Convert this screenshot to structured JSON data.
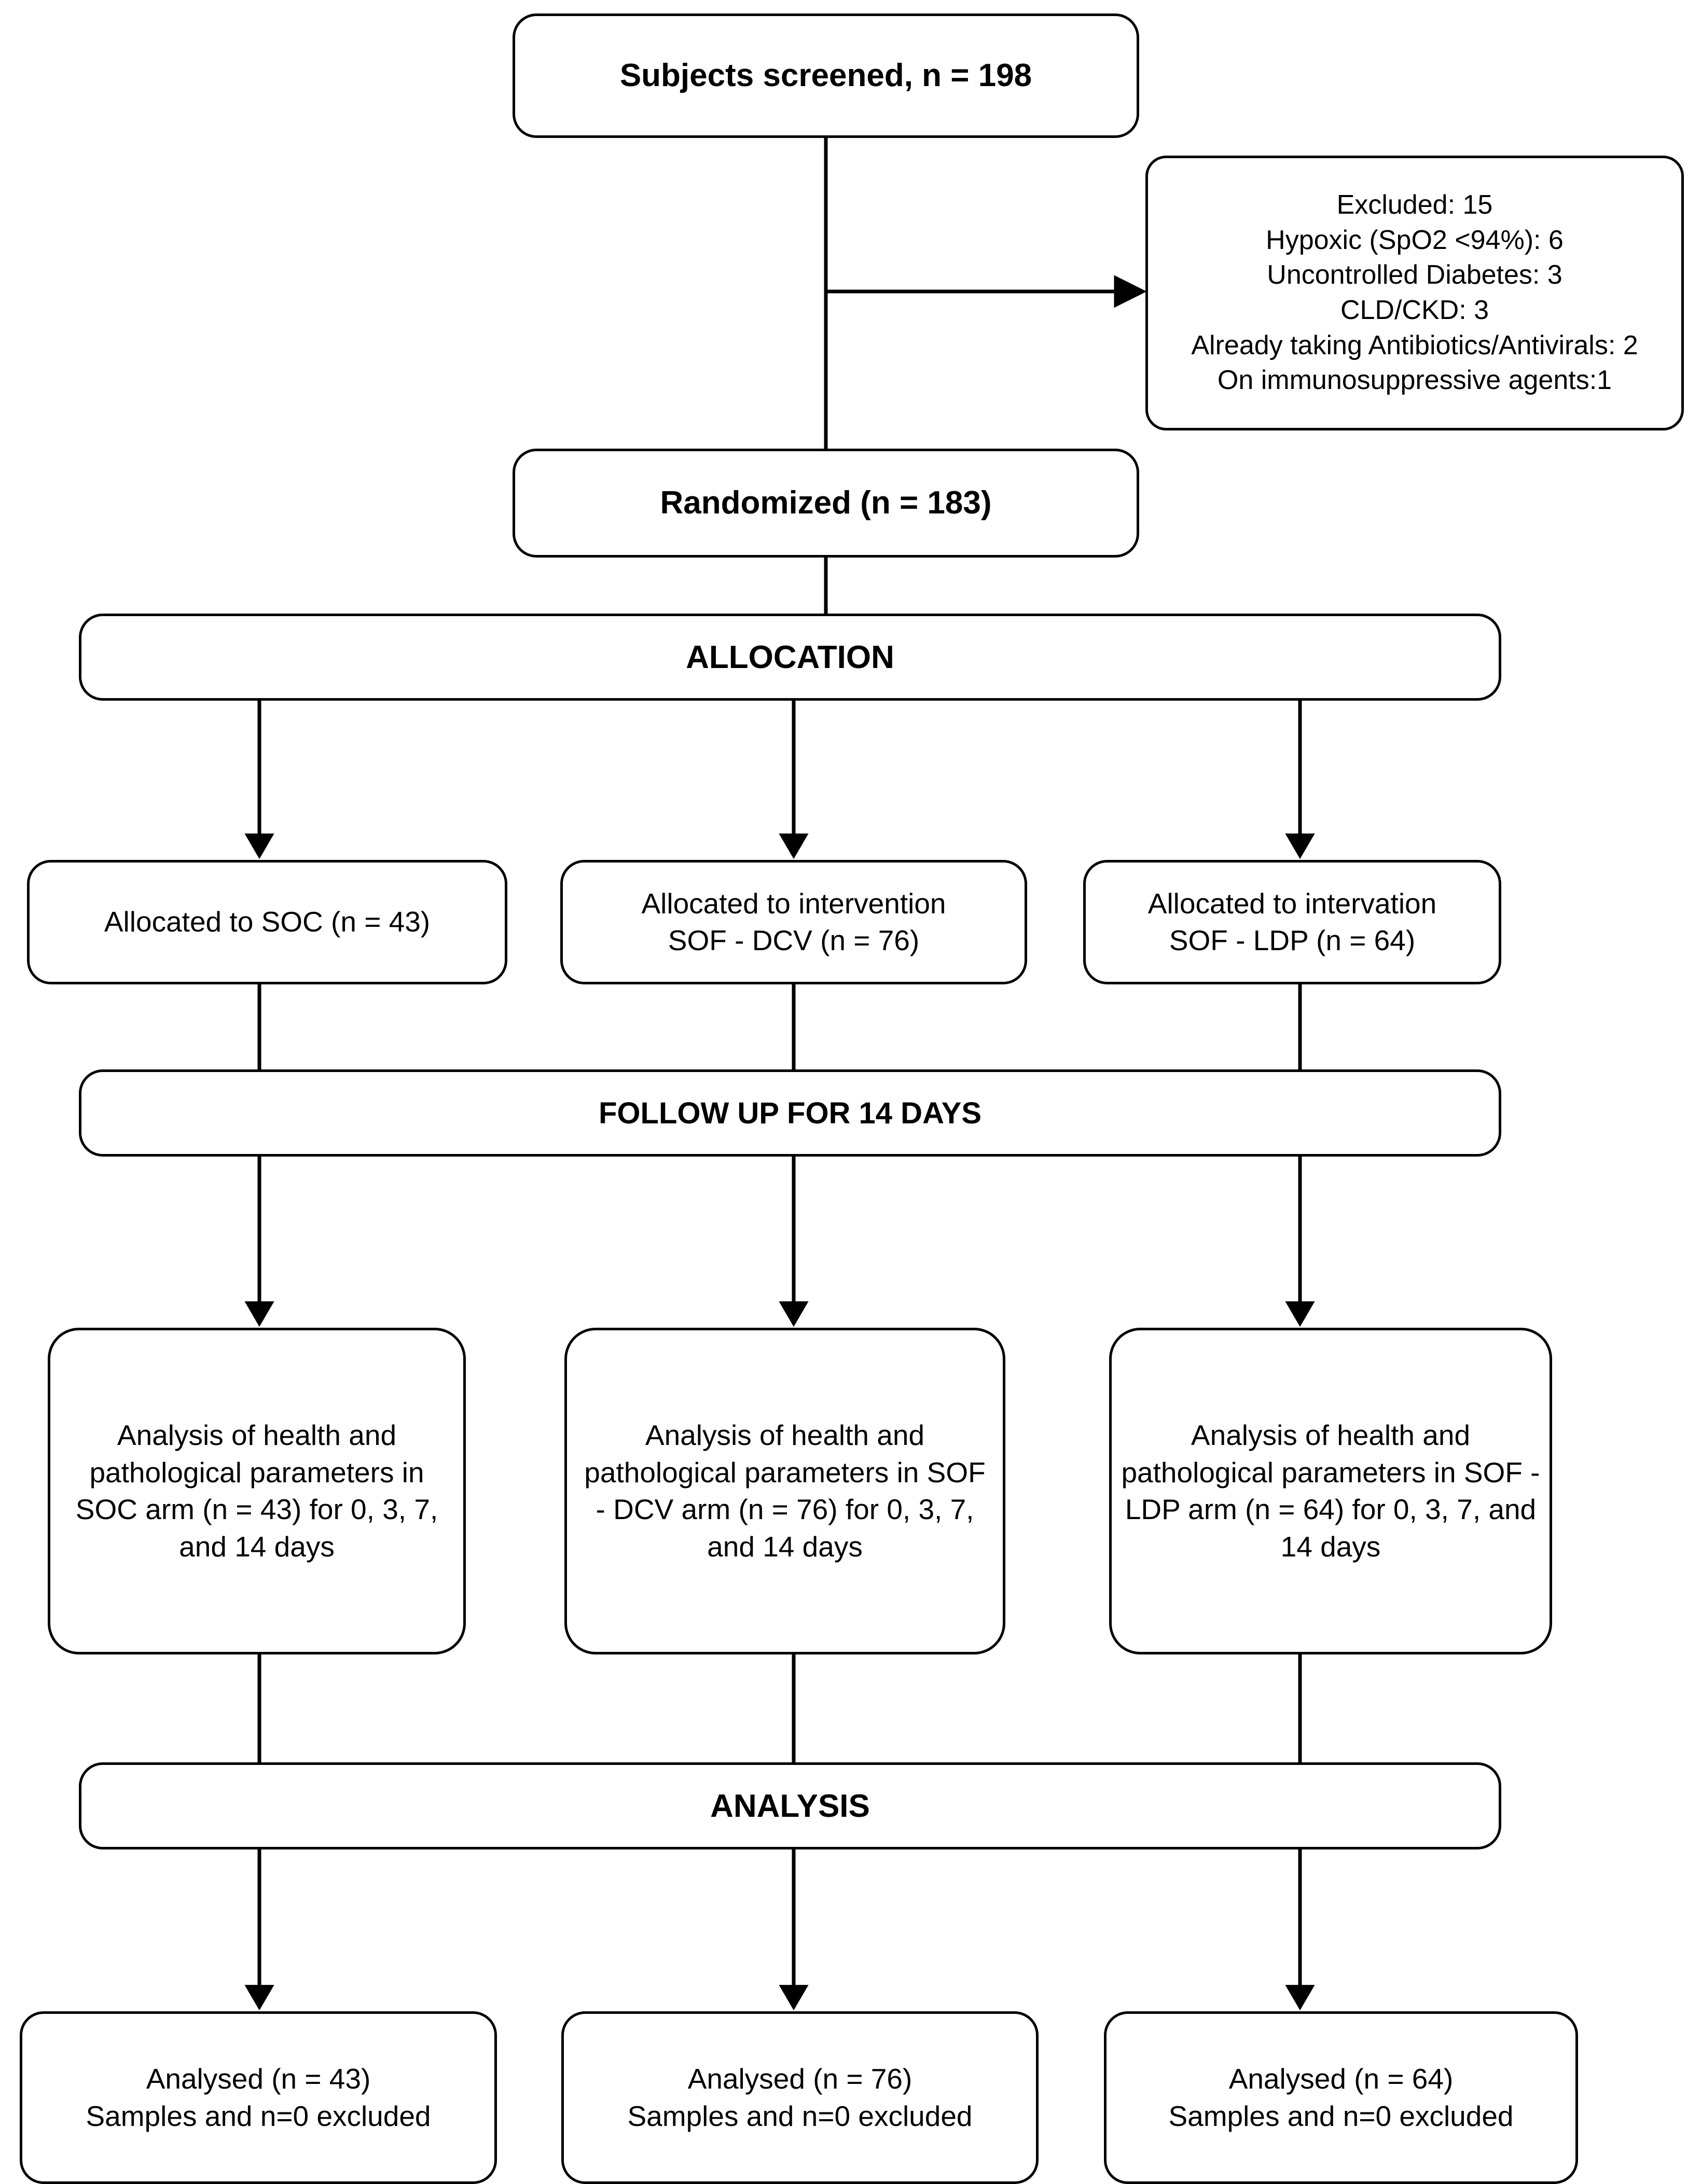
{
  "diagram": {
    "type": "consort-flow-diagram",
    "title": "CONSORT participant flow",
    "colors": {
      "stroke": "#000000",
      "background": "#ffffff",
      "text": "#000000"
    }
  },
  "nodes": {
    "screened": {
      "text": "Subjects screened, n = 198",
      "n": 198
    },
    "excluded": {
      "lines": [
        "Excluded: 15",
        "Hypoxic (SpO2 <94%): 6",
        "Uncontrolled Diabetes: 3",
        "CLD/CKD: 3",
        "Already taking Antibiotics/Antivirals: 2",
        "On immunosuppressive agents:1"
      ],
      "text": "Excluded: 15\nHypoxic (SpO2 <94%): 6\nUncontrolled Diabetes: 3\nCLD/CKD: 3\nAlready taking Antibiotics/Antivirals: 2\nOn immunosuppressive agents:1",
      "total": 15
    },
    "randomized": {
      "text": "Randomized (n = 183)",
      "n": 183
    },
    "allocation_banner": {
      "text": "ALLOCATION"
    },
    "followup_banner": {
      "text": "FOLLOW UP FOR 14 DAYS"
    },
    "analysis_banner": {
      "text": "ANALYSIS"
    }
  },
  "arms": [
    {
      "id": "soc",
      "name": "SOC",
      "n": 43,
      "allocated": "Allocated to SOC (n = 43)",
      "analysis": "Analysis of health and pathological parameters in SOC arm (n = 43) for 0, 3, 7, and 14 days",
      "analysed": "Analysed (n = 43)\nSamples and n=0 excluded"
    },
    {
      "id": "sof-dcv",
      "name": "SOF - DCV",
      "n": 76,
      "allocated": "Allocated to intervention\nSOF - DCV (n = 76)",
      "analysis": "Analysis of health and pathological parameters in SOF - DCV  arm (n = 76) for 0, 3, 7, and 14 days",
      "analysed": "Analysed (n = 76)\nSamples and n=0 excluded"
    },
    {
      "id": "sof-ldp",
      "name": "SOF - LDP",
      "n": 64,
      "allocated": "Allocated to intervation\nSOF - LDP (n = 64)",
      "analysis": "Analysis of health and pathological parameters in SOF - LDP  arm (n = 64) for 0, 3, 7, and 14 days",
      "analysed": "Analysed (n = 64)\nSamples and n=0 excluded"
    }
  ]
}
